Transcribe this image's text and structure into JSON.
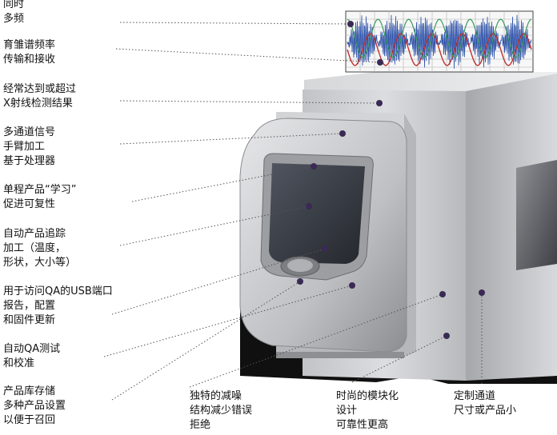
{
  "callouts": [
    {
      "id": "simultaneous-multi-frequency",
      "lines": [
        "同时",
        "多频"
      ]
    },
    {
      "id": "spectrum-transmit-receive",
      "lines": [
        "育雏谱频率",
        "传输和接收"
      ]
    },
    {
      "id": "xray-results",
      "lines": [
        "经常达到或超过",
        "X射线检测结果"
      ]
    },
    {
      "id": "multichannel-processing",
      "lines": [
        "多通道信号",
        "手臂加工",
        "基于处理器"
      ]
    },
    {
      "id": "single-pass-learning",
      "lines": [
        "单程产品“学习”",
        "促进可复性"
      ]
    },
    {
      "id": "auto-product-tracking",
      "lines": [
        "自动产品追踪",
        "加工（温度，",
        "形状，大小等）"
      ]
    },
    {
      "id": "usb-port",
      "lines": [
        "用于访问QA的USB端口",
        "报告，配置",
        "和固件更新"
      ]
    },
    {
      "id": "auto-qa-test",
      "lines": [
        "自动QA测试",
        "和校准"
      ]
    },
    {
      "id": "product-library",
      "lines": [
        "产品库存储",
        "多种产品设置",
        "以便于召回"
      ]
    },
    {
      "id": "noise-reduction",
      "lines": [
        "独特的减噪",
        "结构减少错误",
        "拒绝"
      ]
    },
    {
      "id": "modular-design",
      "lines": [
        "时尚的模块化",
        "设计",
        "可靠性更高"
      ]
    },
    {
      "id": "custom-aperture",
      "lines": [
        "定制通道",
        "尺寸或产品小"
      ]
    }
  ],
  "colors": {
    "leader_line": "#555555",
    "marker_dot": "#3a2a55",
    "graph_wave_blue": "#2a4fa8",
    "graph_wave_red": "#c03030",
    "graph_wave_green": "#3a9a5a",
    "graph_grid": "#9a9a9a",
    "machine_body": "#c9cacc",
    "screen_glass": "#2f3238"
  },
  "icons": [
    "signal-waveform-graph",
    "metal-detector-machine"
  ]
}
